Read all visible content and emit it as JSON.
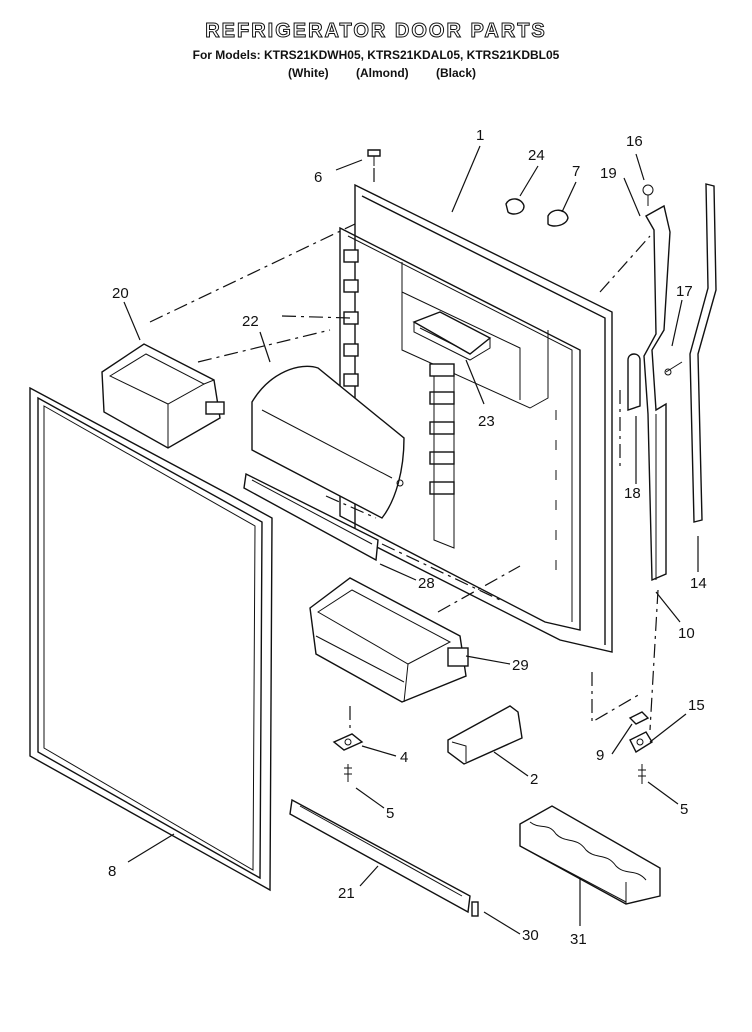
{
  "header": {
    "title": "REFRIGERATOR DOOR PARTS",
    "models_line": "For Models: KTRS21KDWH05, KTRS21KDAL05, KTRS21KDBL05",
    "color_white": "(White)",
    "color_almond": "(Almond)",
    "color_black": "(Black)"
  },
  "callouts": {
    "p1": "1",
    "p2": "2",
    "p4": "4",
    "p5a": "5",
    "p5b": "5",
    "p6": "6",
    "p7": "7",
    "p8": "8",
    "p9": "9",
    "p10": "10",
    "p14": "14",
    "p15": "15",
    "p16": "16",
    "p17": "17",
    "p18": "18",
    "p19": "19",
    "p20": "20",
    "p21": "21",
    "p22": "22",
    "p23": "23",
    "p24": "24",
    "p28": "28",
    "p29": "29",
    "p30": "30",
    "p31": "31"
  }
}
